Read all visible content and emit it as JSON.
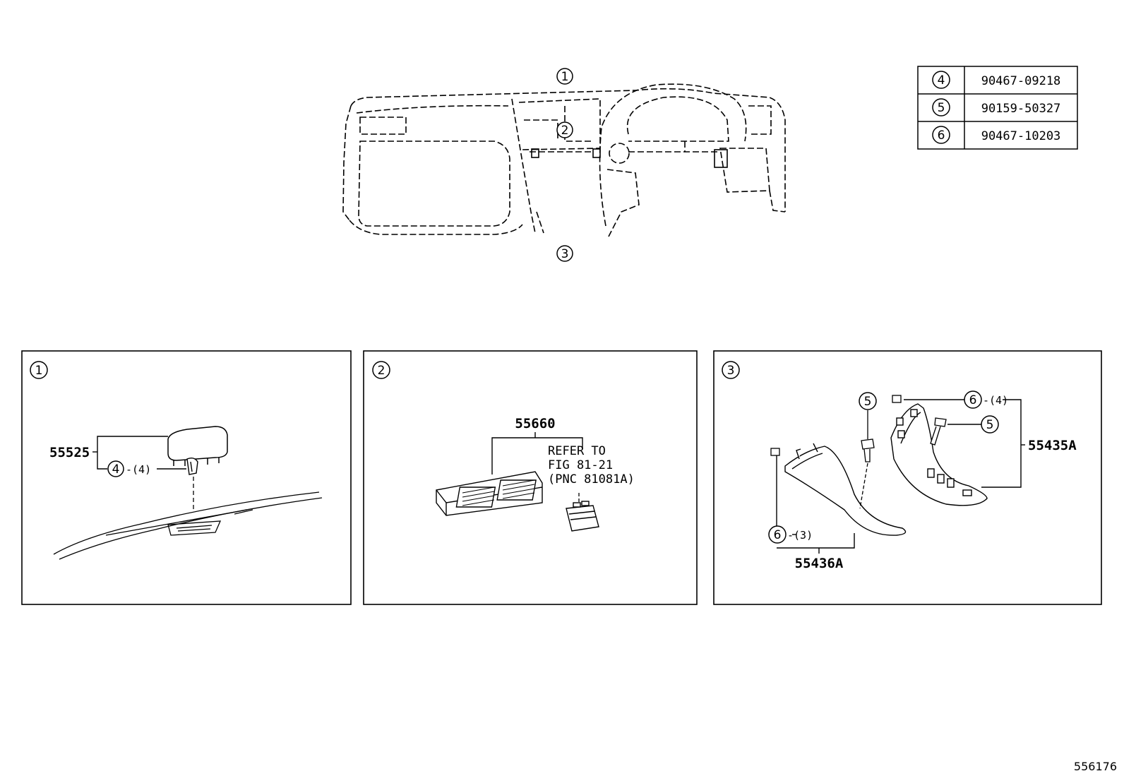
{
  "overview": {
    "callouts": [
      "1",
      "2",
      "3"
    ]
  },
  "parts_table": [
    {
      "ref": "4",
      "part": "90467-09218"
    },
    {
      "ref": "5",
      "part": "90159-50327"
    },
    {
      "ref": "6",
      "part": "90467-10203"
    }
  ],
  "panel1": {
    "index": "1",
    "part": "55525",
    "clip_ref": "4",
    "clip_qty": "-(4)"
  },
  "panel2": {
    "index": "2",
    "part": "55660",
    "refer_line1": "REFER TO",
    "refer_line2": "FIG 81-21",
    "refer_line3": "(PNC 81081A)"
  },
  "panel3": {
    "index": "3",
    "screw_ref_top": "5",
    "clip_ref_top": "6",
    "clip_qty_top": "-(4)",
    "screw_ref_right": "5",
    "part_right": "55435A",
    "clip_ref_bottom": "6",
    "clip_qty_bottom": "-(3)",
    "part_left": "55436A"
  },
  "diagram_id": "556176"
}
